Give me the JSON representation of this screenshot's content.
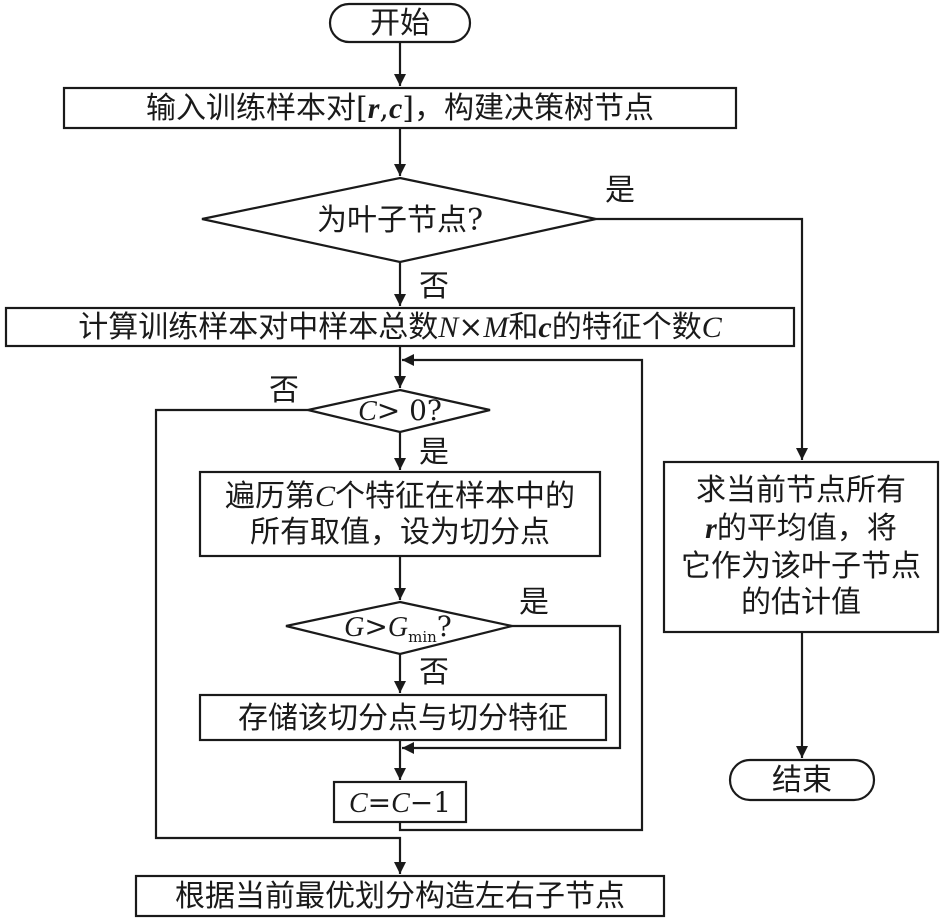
{
  "nodes": {
    "start": "开始",
    "input_pre": "输入训练样本对[",
    "input_r": "r",
    "input_comma": ",",
    "input_c": "c",
    "input_post": "]，构建决策树节点",
    "leaf_question": "为叶子节点?",
    "compute_pre": "计算训练样本对中样本总数",
    "compute_N": "N",
    "compute_times": "×",
    "compute_M": "M",
    "compute_and": "和",
    "compute_c": "c",
    "compute_mid": "的特征个数",
    "compute_C": "C",
    "cond_C": "C",
    "cond_rest": "> 0?",
    "traverse_line1_pre": "遍历第",
    "traverse_line1_C": "C",
    "traverse_line1_post": "个特征在样本中的",
    "traverse_line2": "所有取值，设为切分点",
    "gain_G": "G",
    "gain_gt": ">",
    "gain_G2": "G",
    "gain_sub": "min",
    "gain_q": "?",
    "store": "存储该切分点与切分特征",
    "decrement_C1": "C",
    "decrement_mid": "=",
    "decrement_C2": "C",
    "decrement_rest": "−1",
    "build": "根据当前最优划分构造左右子节点",
    "leaf_line1": "求当前节点所有",
    "leaf_line2_r": "r",
    "leaf_line2_post": "的平均值，将",
    "leaf_line3": "它作为该叶子节点",
    "leaf_line4": "的估计值",
    "end": "结束"
  },
  "edge_labels": {
    "leaf_yes": "是",
    "leaf_no": "否",
    "cond_no": "否",
    "cond_yes": "是",
    "gain_yes": "是",
    "gain_no": "否"
  }
}
